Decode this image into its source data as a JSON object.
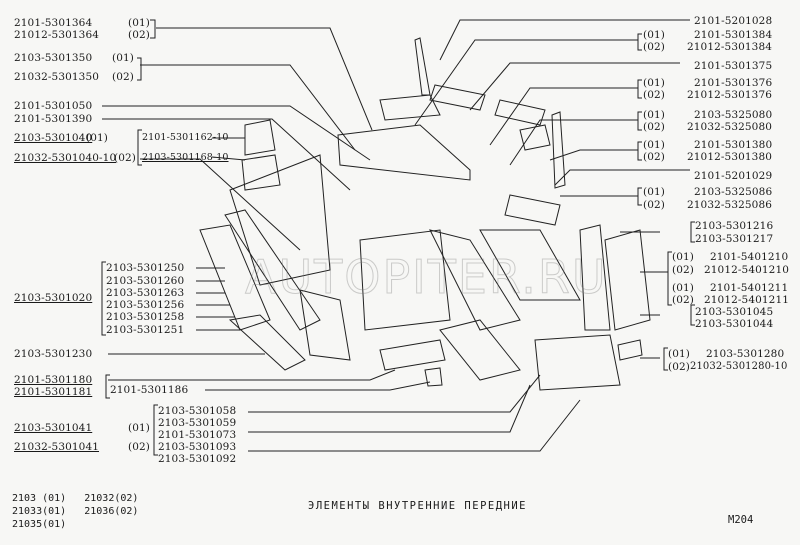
{
  "diagram": {
    "title": "ЭЛЕМЕНТЫ ВНУТРЕННИЕ ПЕРЕДНИЕ",
    "sheet_code": "М204",
    "watermark": "AUTOPITER.RU",
    "models": [
      [
        "2103 (01)",
        "21032(02)"
      ],
      [
        "21033(01)",
        "21036(02)"
      ],
      [
        "21035(01)",
        ""
      ]
    ],
    "left_labels": {
      "g1": [
        "2101-5301364",
        "(01)",
        "21012-5301364",
        "(02)"
      ],
      "g2": [
        "2103-5301350",
        "(01)",
        "21032-5301350",
        "(02)"
      ],
      "p1050": "2101-5301050",
      "p1390": "2101-5301390",
      "p1040a": "2103-5301040",
      "p1040a_v": "(01)",
      "p1040b": "21032-5301040-10",
      "p1040b_v": "(02)",
      "p1162": "2101-5301162-10",
      "p1168": "2103-5301168-10",
      "p1020": "2103-5301020",
      "g1020": [
        "2103-5301250",
        "2103-5301260",
        "2103-5301263",
        "2103-5301256",
        "2103-5301258",
        "2103-5301251"
      ],
      "p1230": "2103-5301230",
      "p1180": "2101-5301180",
      "p1181": "2101-5301181",
      "p1186": "2101-5301186",
      "p1041": "2103-5301041",
      "p1041_v": "(01)",
      "p1041b": "21032-5301041",
      "p1041b_v": "(02)",
      "g1058": [
        "2103-5301058",
        "2103-5301059",
        "2101-5301073",
        "2103-5301093",
        "2103-5301092"
      ]
    },
    "right_labels": {
      "r1028": "2101-5201028",
      "r1384": [
        "(01)",
        "2101-5301384",
        "(02)",
        "21012-5301384"
      ],
      "r1375": "2101-5301375",
      "r1376": [
        "(01)",
        "2101-5301376",
        "(02)",
        "21012-5301376"
      ],
      "r5080": [
        "(01)",
        "2103-5325080",
        "(02)",
        "21032-5325080"
      ],
      "r1380": [
        "(01)",
        "2101-5301380",
        "(02)",
        "21012-5301380"
      ],
      "r1029": "2101-5201029",
      "r5086": [
        "(01)",
        "2103-5325086",
        "(02)",
        "21032-5325086"
      ],
      "r1216": [
        "2103-5301216",
        "2103-5301217"
      ],
      "r1210": [
        "(01)",
        "2101-5401210",
        "(02)",
        "21012-5401210"
      ],
      "r1211": [
        "(01)",
        "2101-5401211",
        "(02)",
        "21012-5401211"
      ],
      "r1045": [
        "2103-5301045",
        "2103-5301044"
      ],
      "r1280": [
        "(01)",
        "2103-5301280",
        "(02)",
        "21032-5301280-10"
      ]
    }
  }
}
